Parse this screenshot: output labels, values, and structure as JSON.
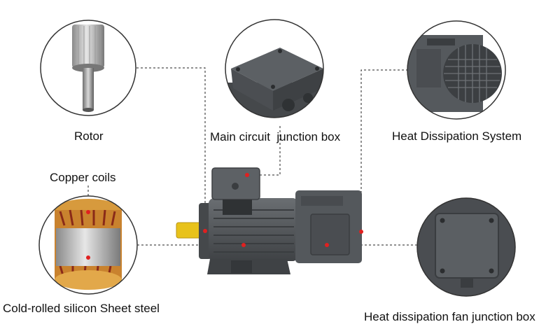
{
  "labels": {
    "rotor": "Rotor",
    "main_circuit_junction_box": "Main circuit  junction box",
    "heat_dissipation_system": "Heat Dissipation System",
    "copper_coils": "Copper coils",
    "cold_rolled_silicon_sheet_steel": "Cold-rolled silicon Sheet steel",
    "heat_dissipation_fan_junction_box": "Heat dissipation fan junction box"
  },
  "colors": {
    "motor_body": "#55595d",
    "motor_dark": "#3a3d40",
    "shaft_yellow": "#e8c21a",
    "callout_dot": "#e02020",
    "leader_line": "#222222",
    "circle_border": "#333333",
    "copper": "#c9822e"
  }
}
